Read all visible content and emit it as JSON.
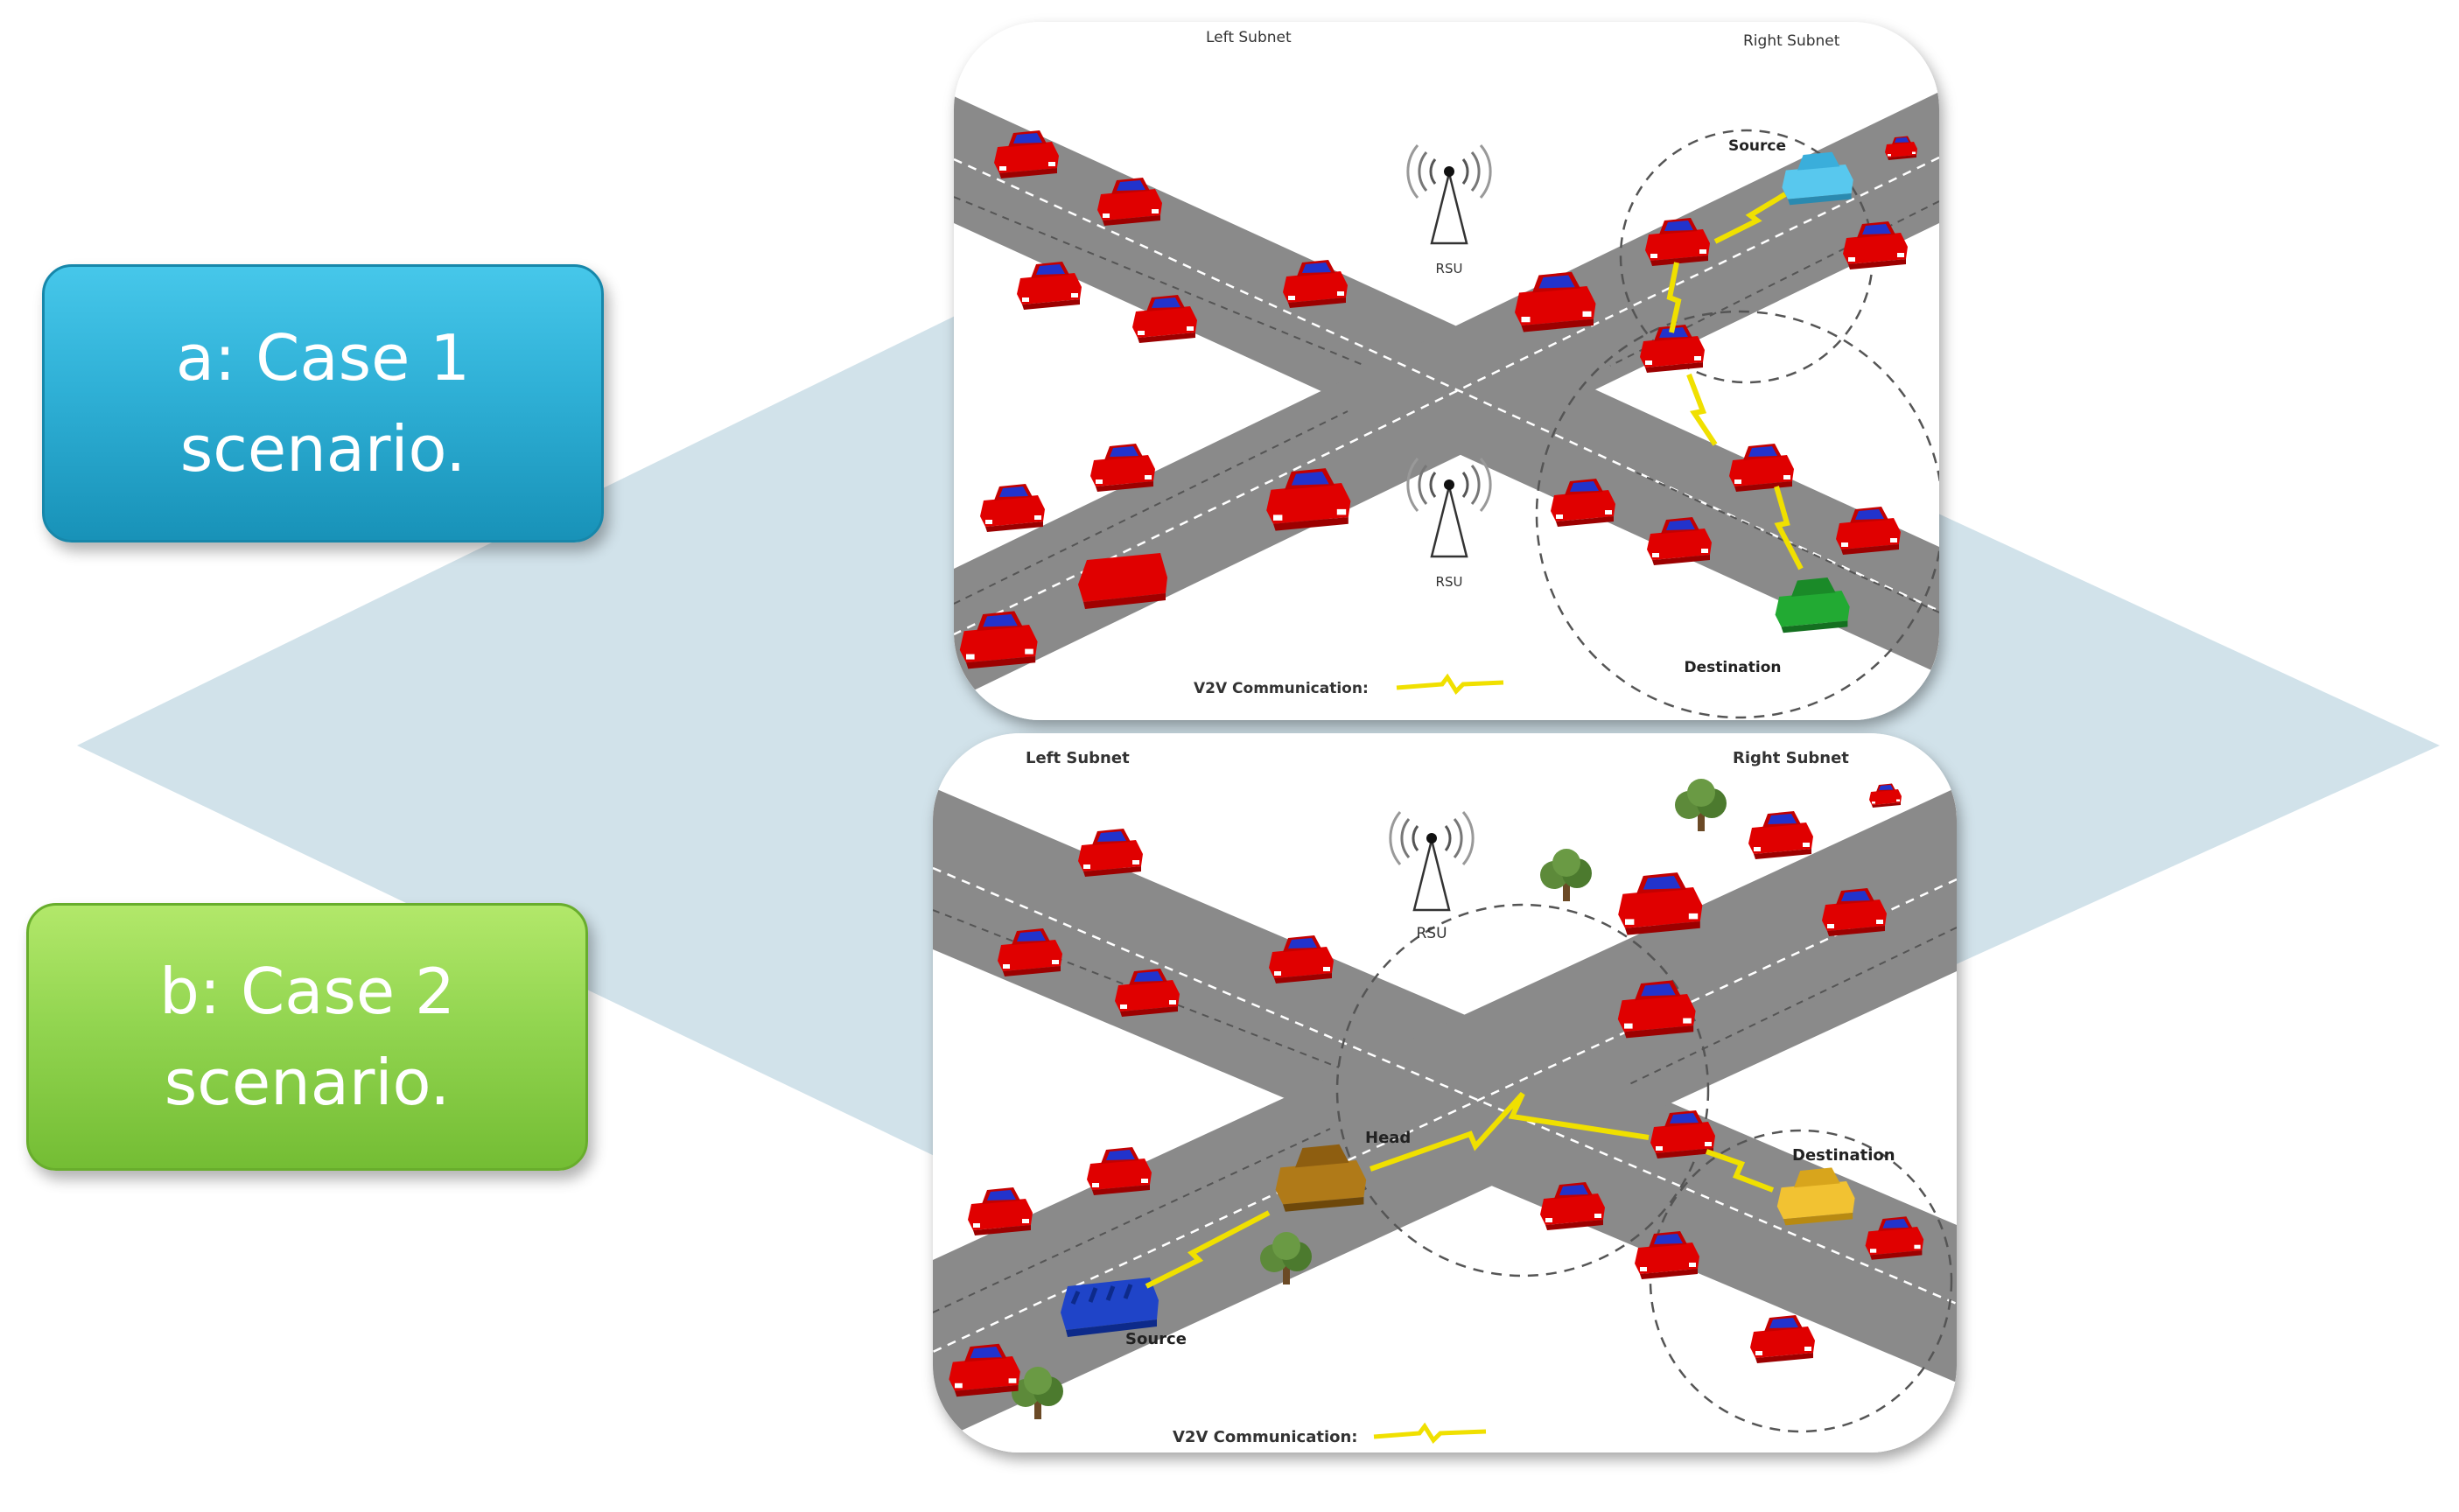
{
  "labels": {
    "case_a": "a: Case 1 scenario.",
    "case_b": "b: Case 2 scenario."
  },
  "panel_a": {
    "left_subnet": "Left Subnet",
    "right_subnet": "Right Subnet",
    "rsu_top": "RSU",
    "rsu_bottom": "RSU",
    "source": "Source",
    "destination": "Destination",
    "legend": "V2V Communication:"
  },
  "panel_b": {
    "left_subnet": "Left Subnet",
    "right_subnet": "Right Subnet",
    "rsu": "RSU",
    "head": "Head",
    "destination": "Destination",
    "source": "Source",
    "legend": "V2V Communication:"
  },
  "colors": {
    "case_a": "#2fb0d6",
    "case_b": "#92d550",
    "backdrop": "#d1e2ea",
    "road": "#8a8a8a",
    "car": "#e00000",
    "car_roof": "#2233cc",
    "source_car_a": "#58c8ee",
    "destination_car_a": "#22aa33",
    "head_car_b": "#b07a18",
    "destination_car_b": "#f2c232",
    "source_car_b": "#1f44c8",
    "link": "#f0e000"
  }
}
